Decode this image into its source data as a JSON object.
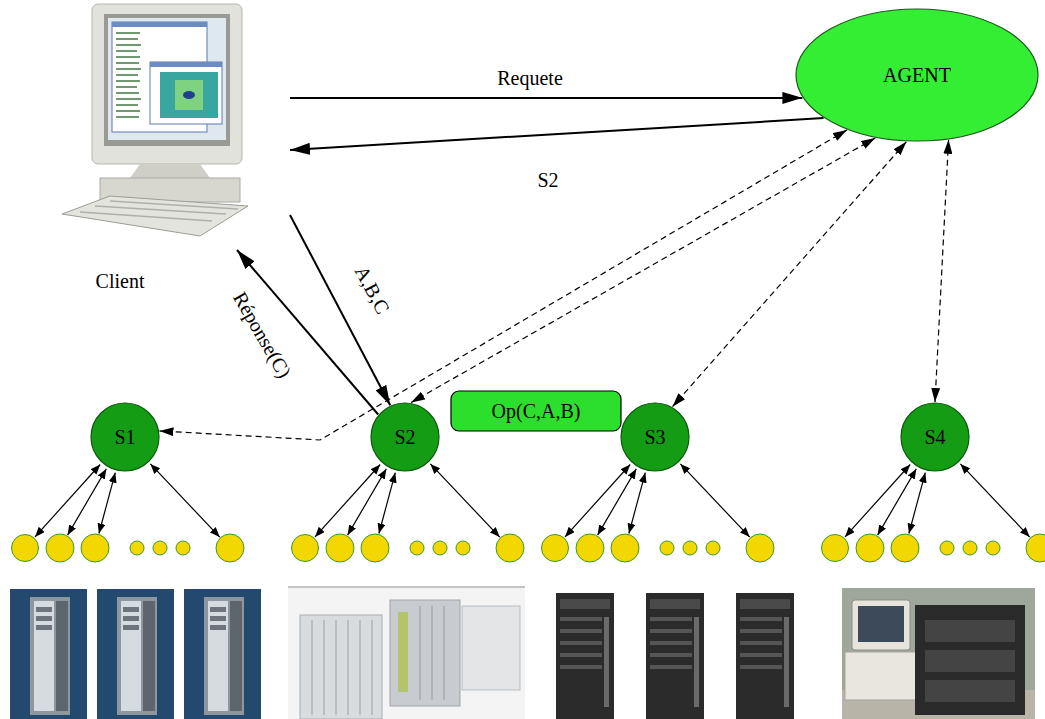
{
  "diagram": {
    "nodes": [
      {
        "text": [
          "Client"
        ]
      },
      {
        "text": [
          "AGENT"
        ]
      },
      {
        "text": [
          "S1"
        ]
      },
      {
        "text": [
          "S2"
        ]
      },
      {
        "text": [
          "Op(C,A,B)"
        ]
      },
      {
        "text": [
          "S3"
        ]
      },
      {
        "text": [
          "S4"
        ]
      }
    ],
    "edges": [
      {
        "from": 0,
        "to": 1,
        "arrow": "to",
        "label": "Requete"
      },
      {
        "from": 1,
        "to": 0,
        "arrow": "to",
        "label": "S2"
      },
      {
        "from": 0,
        "to": 3,
        "arrow": "to",
        "label": "A,B,C"
      },
      {
        "from": 3,
        "to": 0,
        "arrow": "to",
        "label": "Réponse(C)"
      },
      {
        "from": 1,
        "to": 2,
        "arrow": "both"
      },
      {
        "from": 1,
        "to": 3,
        "arrow": "both"
      },
      {
        "from": 1,
        "to": 5,
        "arrow": "both"
      },
      {
        "from": 1,
        "to": 6,
        "arrow": "both"
      }
    ]
  }
}
